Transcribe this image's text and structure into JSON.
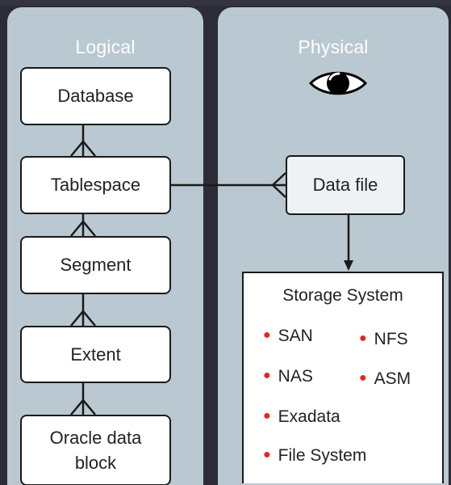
{
  "logical": {
    "title": "Logical",
    "boxes": [
      {
        "id": "database",
        "label": "Database"
      },
      {
        "id": "tablespace",
        "label": "Tablespace"
      },
      {
        "id": "segment",
        "label": "Segment"
      },
      {
        "id": "extent",
        "label": "Extent"
      },
      {
        "id": "oracle-data-block",
        "label": "Oracle data\nblock"
      }
    ]
  },
  "physical": {
    "title": "Physical",
    "eye_icon": "eye-icon",
    "data_file": "Data file",
    "storage": {
      "title": "Storage System",
      "items": [
        "SAN",
        "NFS",
        "NAS",
        "ASM",
        "Exadata",
        "File System"
      ]
    }
  },
  "colors": {
    "background": "#2b2c36",
    "panel": "#b9c8d1",
    "bullet": "#e8231f",
    "stroke": "#1a1a1a"
  }
}
